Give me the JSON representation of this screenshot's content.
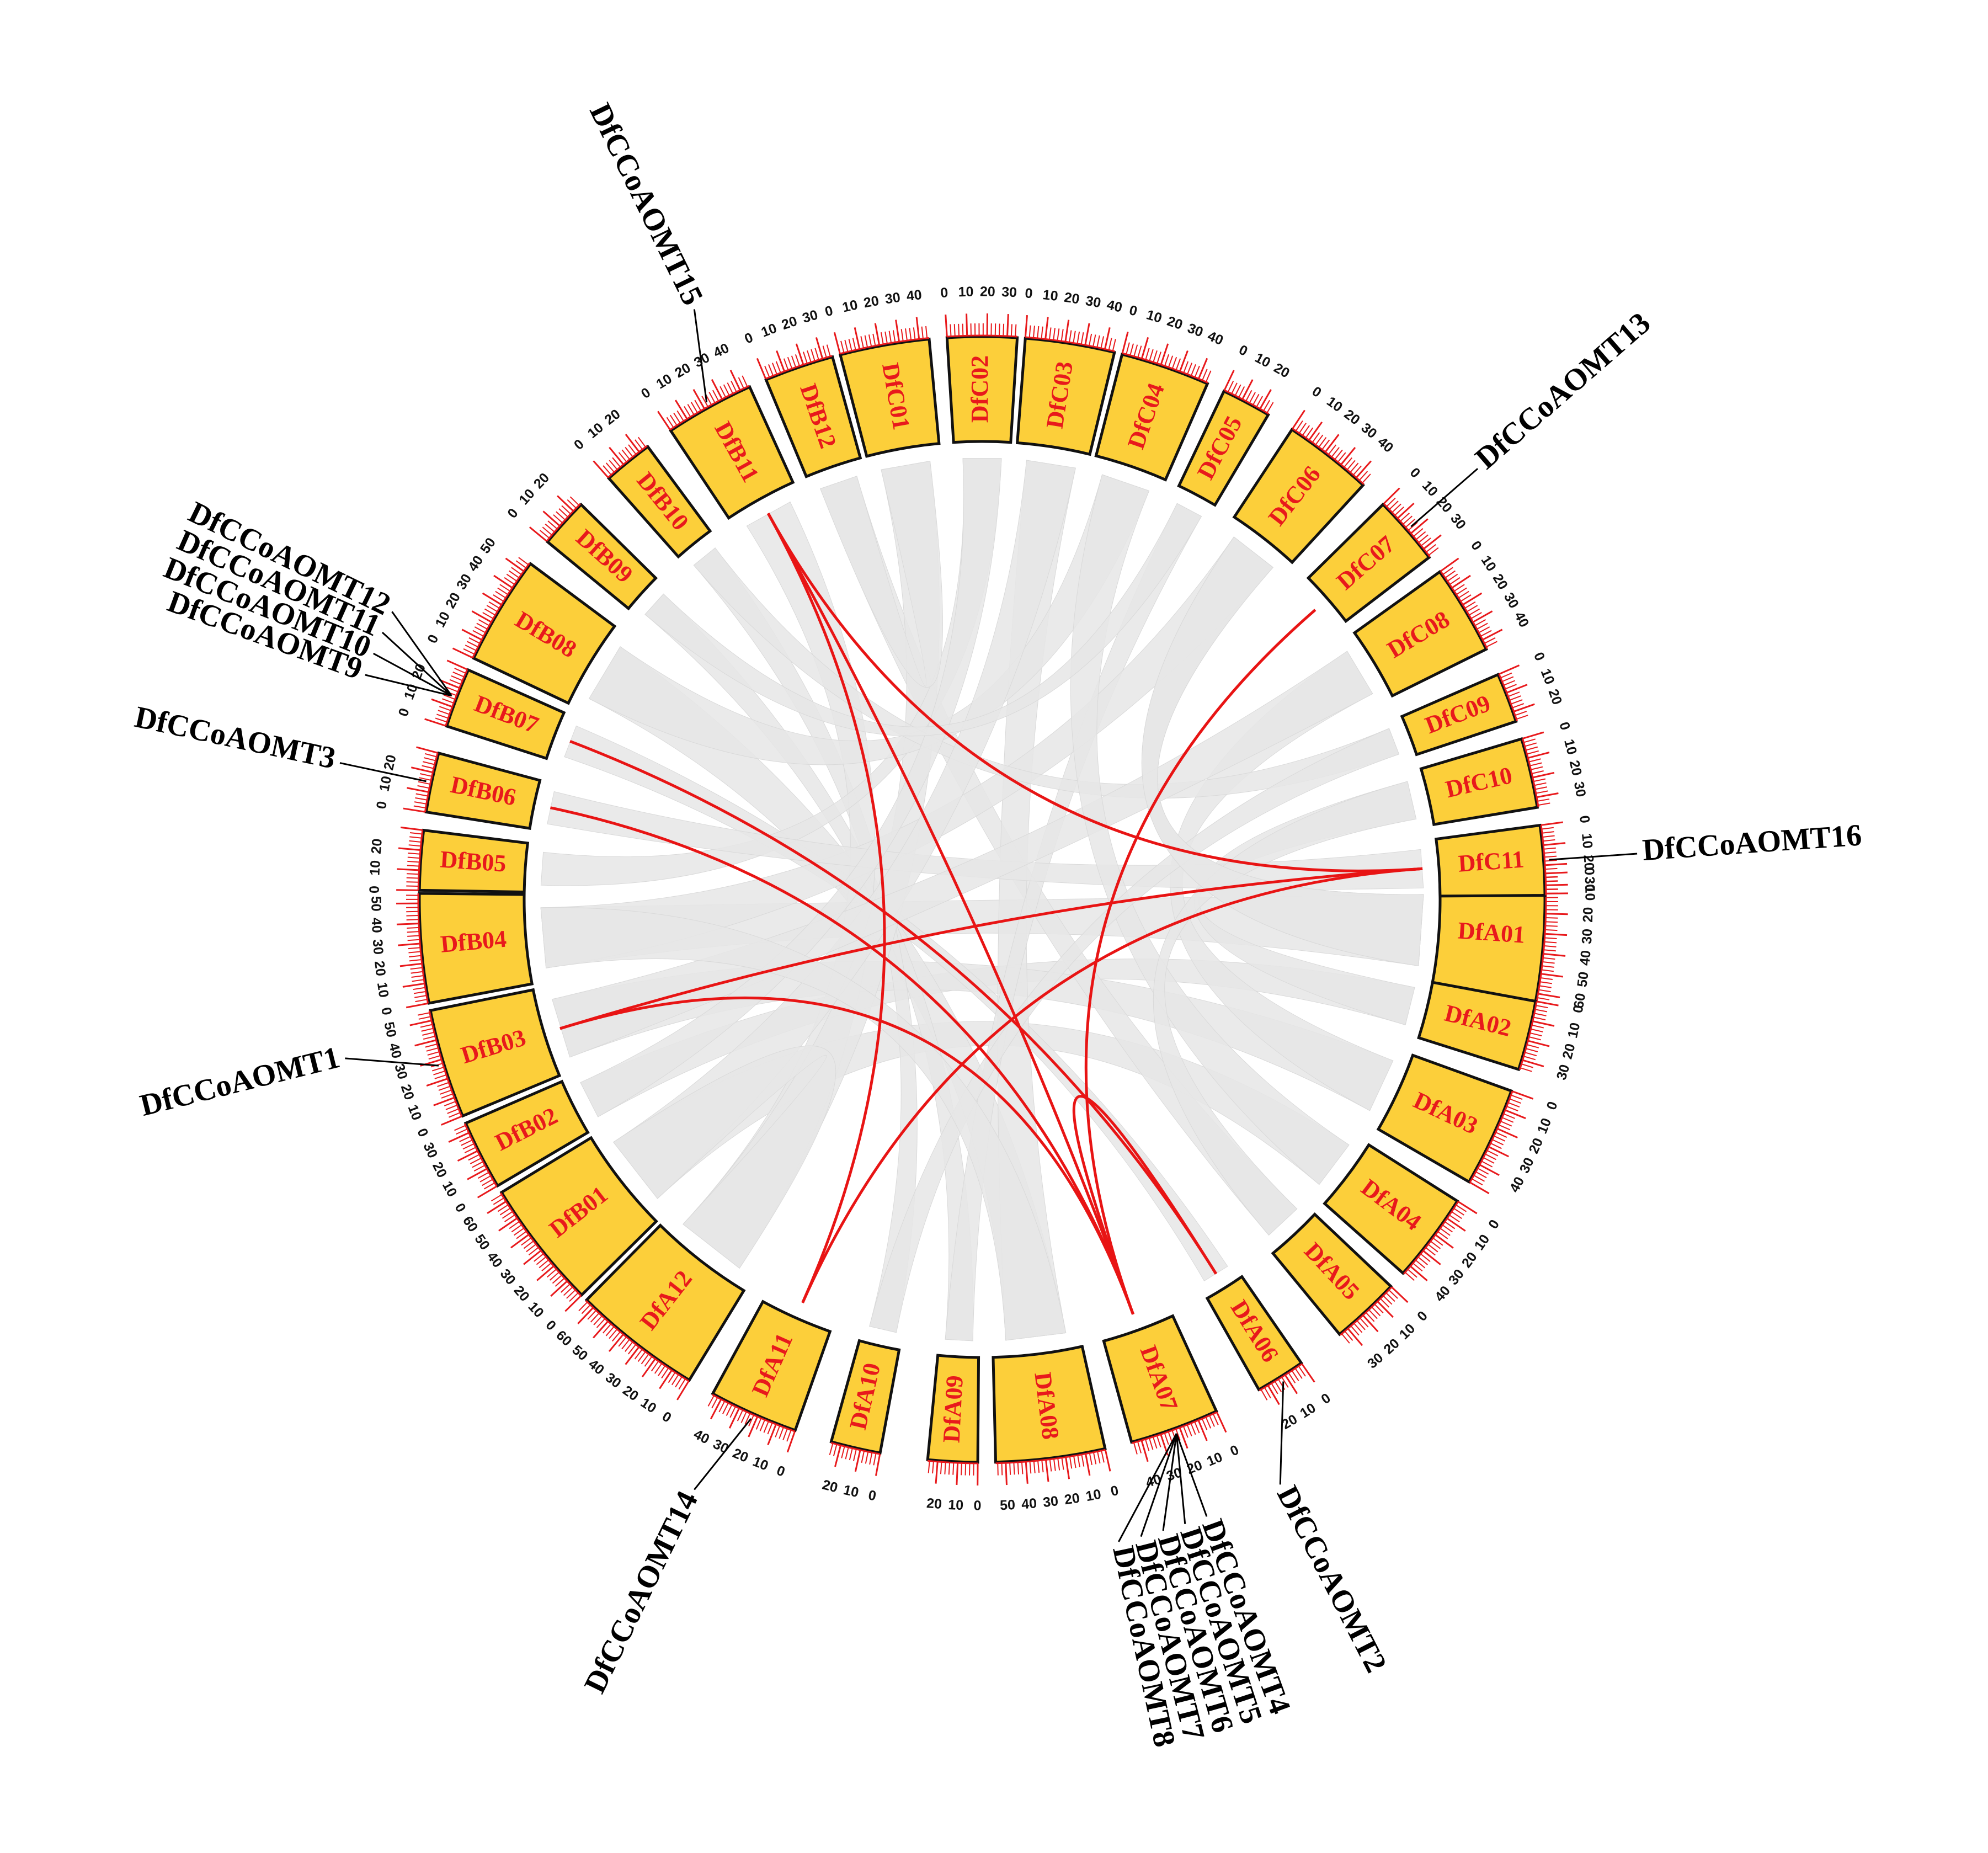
{
  "colors": {
    "chromosome_fill": "#fccf3a",
    "chromosome_stroke": "#111111",
    "chromosome_label": "#e8191c",
    "tick": "#e8191c",
    "background_links": "#e6e6e6",
    "highlight_links": "#e81414",
    "gene_label": "#000000"
  },
  "chromosomes": [
    {
      "name": "DfA01",
      "length": 65,
      "angle": 94
    },
    {
      "name": "DfA02",
      "length": 35,
      "angle": 104
    },
    {
      "name": "DfA03",
      "length": 50,
      "angle": 115
    },
    {
      "name": "DfA04",
      "length": 45,
      "angle": 127
    },
    {
      "name": "DfA05",
      "length": 35,
      "angle": 137
    },
    {
      "name": "DfA06",
      "length": 25,
      "angle": 148
    },
    {
      "name": "DfA07",
      "length": 45,
      "angle": 160
    },
    {
      "name": "DfA08",
      "length": 55,
      "angle": 173
    },
    {
      "name": "DfA09",
      "length": 25,
      "angle": 183
    },
    {
      "name": "DfA10",
      "length": 25,
      "angle": 193
    },
    {
      "name": "DfA11",
      "length": 45,
      "angle": 204
    },
    {
      "name": "DfA12",
      "length": 65,
      "angle": 218
    },
    {
      "name": "DfB01",
      "length": 65,
      "angle": 232
    },
    {
      "name": "DfB02",
      "length": 35,
      "angle": 243
    },
    {
      "name": "DfB03",
      "length": 55,
      "angle": 253
    },
    {
      "name": "DfB04",
      "length": 55,
      "angle": 265
    },
    {
      "name": "DfB05",
      "length": 30,
      "angle": 274
    },
    {
      "name": "DfB06",
      "length": 30,
      "angle": 282
    },
    {
      "name": "DfB07",
      "length": 30,
      "angle": 291
    },
    {
      "name": "DfB08",
      "length": 55,
      "angle": 301
    },
    {
      "name": "DfB09",
      "length": 25,
      "angle": 312
    },
    {
      "name": "DfB10",
      "length": 25,
      "angle": 321
    },
    {
      "name": "DfB11",
      "length": 45,
      "angle": 331
    },
    {
      "name": "DfB12",
      "length": 35,
      "angle": 341
    },
    {
      "name": "DfC01",
      "length": 45,
      "angle": 350
    },
    {
      "name": "DfC02",
      "length": 35,
      "angle": 0
    },
    {
      "name": "DfC03",
      "length": 45,
      "angle": 9
    },
    {
      "name": "DfC04",
      "length": 45,
      "angle": 19
    },
    {
      "name": "DfC05",
      "length": 25,
      "angle": 28
    },
    {
      "name": "DfC06",
      "length": 45,
      "angle": 38
    },
    {
      "name": "DfC07",
      "length": 35,
      "angle": 49
    },
    {
      "name": "DfC08",
      "length": 45,
      "angle": 59
    },
    {
      "name": "DfC09",
      "length": 25,
      "angle": 69
    },
    {
      "name": "DfC10",
      "length": 35,
      "angle": 77
    },
    {
      "name": "DfC11",
      "length": 35,
      "angle": 86
    }
  ],
  "genes": [
    {
      "name": "DfCCoAOMT1",
      "chromosome": "DfB03",
      "label_angle": 256
    },
    {
      "name": "DfCCoAOMT2",
      "chromosome": "DfA06",
      "label_angle": 153
    },
    {
      "name": "DfCCoAOMT3",
      "chromosome": "DfB06",
      "label_angle": 282
    },
    {
      "name": "DfCCoAOMT4",
      "chromosome": "DfA07",
      "label_angle": 160
    },
    {
      "name": "DfCCoAOMT5",
      "chromosome": "DfA07",
      "label_angle": 162
    },
    {
      "name": "DfCCoAOMT6",
      "chromosome": "DfA07",
      "label_angle": 164
    },
    {
      "name": "DfCCoAOMT7",
      "chromosome": "DfA07",
      "label_angle": 166
    },
    {
      "name": "DfCCoAOMT8",
      "chromosome": "DfA07",
      "label_angle": 168
    },
    {
      "name": "DfCCoAOMT9",
      "chromosome": "DfB07",
      "label_angle": 290
    },
    {
      "name": "DfCCoAOMT10",
      "chromosome": "DfB07",
      "label_angle": 292
    },
    {
      "name": "DfCCoAOMT11",
      "chromosome": "DfB07",
      "label_angle": 294
    },
    {
      "name": "DfCCoAOMT12",
      "chromosome": "DfB07",
      "label_angle": 296
    },
    {
      "name": "DfCCoAOMT13",
      "chromosome": "DfC07",
      "label_angle": 49
    },
    {
      "name": "DfCCoAOMT14",
      "chromosome": "DfA11",
      "label_angle": 206
    },
    {
      "name": "DfCCoAOMT15",
      "chromosome": "DfB11",
      "label_angle": 334
    },
    {
      "name": "DfCCoAOMT16",
      "chromosome": "DfC11",
      "label_angle": 86
    }
  ],
  "highlight_links": [
    [
      "DfB11",
      "DfA07"
    ],
    [
      "DfB11",
      "DfA11"
    ],
    [
      "DfB11",
      "DfC11"
    ],
    [
      "DfB07",
      "DfA06"
    ],
    [
      "DfB06",
      "DfA07"
    ],
    [
      "DfB03",
      "DfC11"
    ],
    [
      "DfB03",
      "DfA07"
    ],
    [
      "DfC07",
      "DfA07"
    ],
    [
      "DfA11",
      "DfC11"
    ],
    [
      "DfA07",
      "DfA06"
    ]
  ],
  "background_links": [
    [
      "DfA01",
      "DfB04"
    ],
    [
      "DfA02",
      "DfB02"
    ],
    [
      "DfA03",
      "DfB03"
    ],
    [
      "DfA04",
      "DfB01"
    ],
    [
      "DfA05",
      "DfB12"
    ],
    [
      "DfA06",
      "DfB07"
    ],
    [
      "DfA08",
      "DfB08"
    ],
    [
      "DfA09",
      "DfB09"
    ],
    [
      "DfA10",
      "DfB10"
    ],
    [
      "DfA12",
      "DfB11"
    ],
    [
      "DfC01",
      "DfA12"
    ],
    [
      "DfC02",
      "DfB05"
    ],
    [
      "DfC03",
      "DfA08"
    ],
    [
      "DfC04",
      "DfB08"
    ],
    [
      "DfC05",
      "DfA09"
    ],
    [
      "DfC06",
      "DfB04"
    ],
    [
      "DfC08",
      "DfA03"
    ],
    [
      "DfC09",
      "DfB10"
    ],
    [
      "DfC10",
      "DfA02"
    ],
    [
      "DfC11",
      "DfB06"
    ],
    [
      "DfC01",
      "DfB12"
    ],
    [
      "DfC03",
      "DfB01"
    ],
    [
      "DfC06",
      "DfA01"
    ],
    [
      "DfC08",
      "DfB03"
    ],
    [
      "DfA04",
      "DfC04"
    ],
    [
      "DfA05",
      "DfC10"
    ],
    [
      "DfA10",
      "DfC09"
    ],
    [
      "DfB02",
      "DfC02"
    ],
    [
      "DfA12",
      "DfB01"
    ],
    [
      "DfA08",
      "DfB04"
    ],
    [
      "DfC05",
      "DfB09"
    ],
    [
      "DfA01",
      "DfC06"
    ]
  ]
}
